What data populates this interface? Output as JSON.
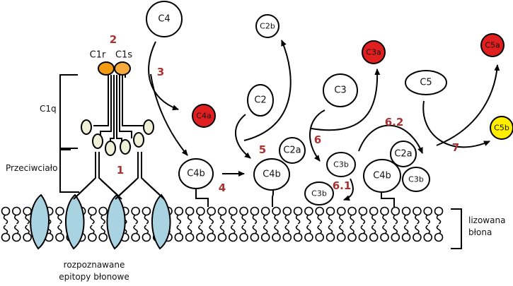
{
  "title": "Classical complement pathway on a lysed membrane",
  "colors": {
    "step_label": "#a83232",
    "released_fragment": "#e02020",
    "c5b": "#ffee00",
    "c1r": "#f29a11",
    "c1s": "#f6a93c",
    "c1q_head": "#eef0d8",
    "epitope": "#aad3e2"
  },
  "labels": {
    "c1q": "C1q",
    "antibody": "Przeciwciało",
    "c1r": "C1r",
    "c1s": "C1s",
    "epitopes_line1": "rozpoznawane",
    "epitopes_line2": "epitopy błonowe",
    "membrane_line1": "lizowana",
    "membrane_line2": "błona"
  },
  "molecules": {
    "c4": "C4",
    "c4a": "C4a",
    "c4b_bound": "C4b",
    "c4b_complex": "C4b",
    "c2": "C2",
    "c2a": "C2a",
    "c2b": "C2b",
    "c3": "C3",
    "c3a": "C3a",
    "c3b_a": "C3b",
    "c3b_b": "C3b",
    "c4b_c5conv": "C4b",
    "c2a_c5conv": "C2a",
    "c3b_c5conv": "C3b",
    "c5": "C5",
    "c5a": "C5a",
    "c5b": "C5b"
  },
  "steps": {
    "s1": "1",
    "s2": "2",
    "s3": "3",
    "s4": "4",
    "s5": "5",
    "s6": "6",
    "s61": "6.1",
    "s62": "6.2",
    "s7": "7"
  }
}
